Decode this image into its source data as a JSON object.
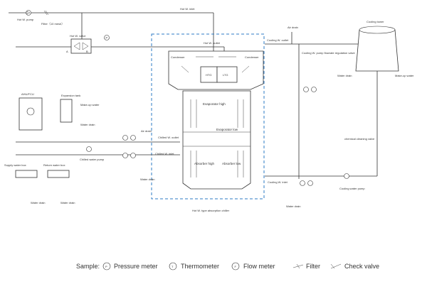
{
  "labels": {
    "hot_w_pump": "Hot W. pump",
    "filter_10_mesh": "Filter（10 mesh）",
    "hot_w_inlet": "Hot W. inlet",
    "hot_w_valve": "Hot W. valve",
    "hot_w_outlet": "Hot W. outlet",
    "cooling_w_outlet": "Cooling W. outlet",
    "air_drain_top": "Air drain",
    "cooling_tower": "Cooling tower",
    "cooling_w_pump_flowrate_valve": "Cooling W. pump flowrate regulation valve",
    "water_drain_tower": "Water drain",
    "make_up_water_tower": "Make-up water",
    "condenser_left": "Condenser",
    "condenser_right": "Condenser",
    "htg": "HTG",
    "ltg": "LTG",
    "evaporator_high": "Evaporator high",
    "evaporator_low": "Evaporator low",
    "absorber_high": "Absorber high",
    "absorber_low": "Absorber low",
    "ahu_fcu": "AHU/FCU",
    "expansion_tank": "Expansion tank",
    "make_up_water_tank": "Make-up water",
    "water_drain_tank": "Water drain",
    "air_drain_chilled": "Air drain",
    "chilled_w_outlet": "Chilled W. outlet",
    "chilled_w_inlet": "Chilled W. inlet",
    "chilled_water_pump": "Chilled water pump",
    "supply_water_box": "Supply water box",
    "return_water_box": "Return water box",
    "water_drain_chilled": "Water drain",
    "water_drain_supply": "Water drain",
    "water_drain_return": "Water drain",
    "chemical_cleaning_valve": "chemical cleaning valve",
    "cooling_water_pump": "Cooling water pump",
    "cooling_w_inlet": "Cooling W. inlet",
    "water_drain_cooling": "Water drain",
    "chiller_caption": "Hot W. type absorption chiller"
  },
  "instruments": {
    "p": "P",
    "t": "T",
    "f": "F"
  },
  "legend": {
    "sample": "Sample:",
    "pressure_meter": "Pressure meter",
    "thermometer": "Thermometer",
    "flow_meter": "Flow meter",
    "filter": "Filter",
    "check_valve": "Check valve"
  },
  "colors": {
    "chiller_boundary": "#2e7bc4",
    "lines": "#333333"
  }
}
